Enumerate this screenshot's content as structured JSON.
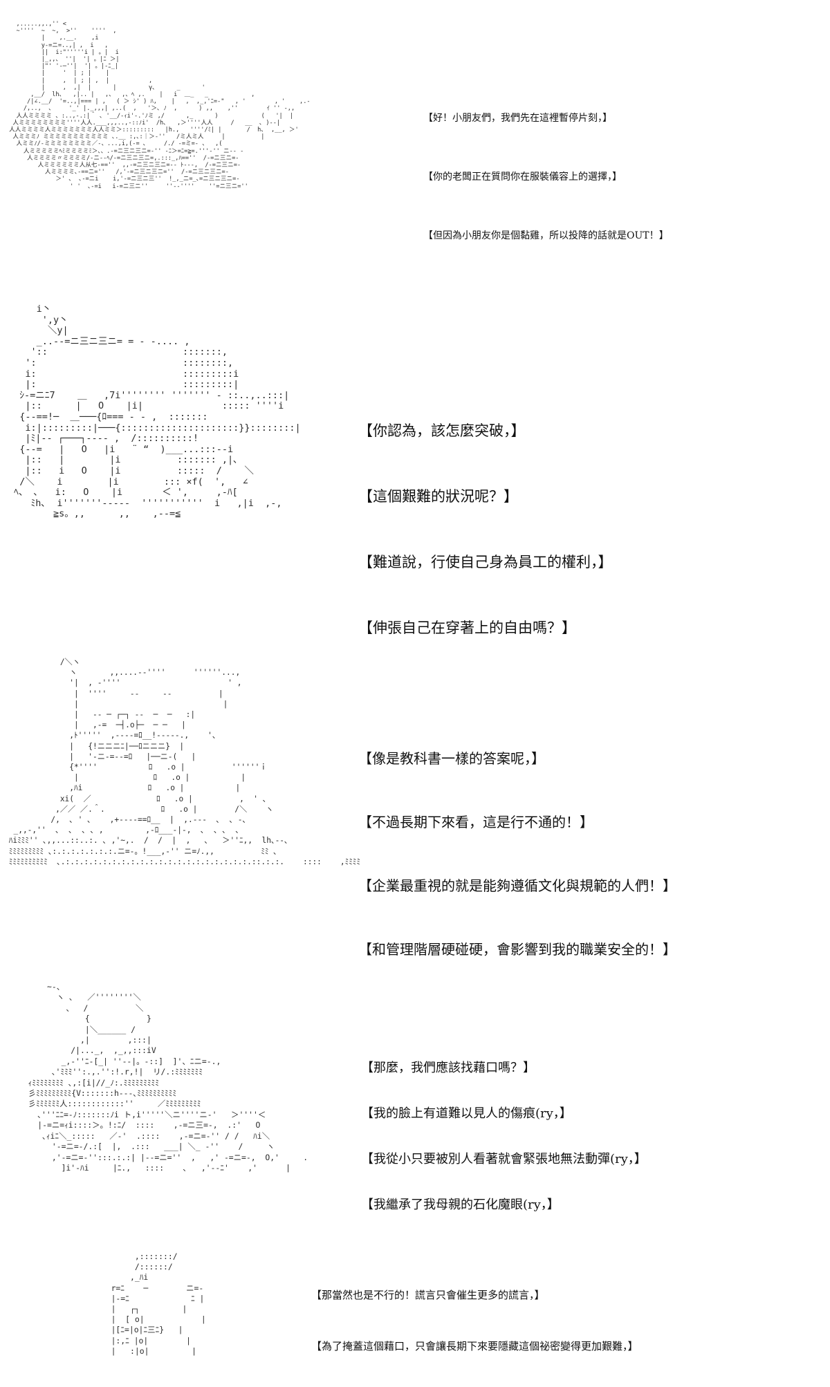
{
  "panels": [
    {
      "art_name": "castle-ship-ascii-art",
      "lines": [
        "【好！小朋友們，我們先在這裡暫停片刻，】",
        "【你的老闆正在質問你在服裝儀容上的選擇，】",
        "【但因為小朋友你是個黏雞，所以投降的話就是OUT！】"
      ]
    },
    {
      "art_name": "bucket-helmet-knight-ascii-art",
      "lines": [
        "【你認為，該怎麼突破，】",
        "【這個艱難的狀況呢？】",
        "【難道說，行使自己身為員工的權利，】",
        "【伸張自己在穿著上的自由嗎？】"
      ]
    },
    {
      "art_name": "sword-knight-ascii-art",
      "lines": [
        "【像是教科書一樣的答案呢，】",
        "【不過長期下來看，這是行不通的！】",
        "【企業最重視的就是能夠遵循文化與規範的人們！】",
        "【和管理階層硬碰硬，會影響到我的職業安全的！】"
      ]
    },
    {
      "art_name": "round-helmet-knight-ascii-art",
      "lines": [
        "【那麼，我們應該找藉口嗎？】",
        "【我的臉上有道難以見人的傷痕(ry，】",
        "【我從小只要被別人看著就會緊張地無法動彈(ry，】",
        "【我繼承了我母親的石化魔眼(ry，】"
      ]
    },
    {
      "art_name": "partial-knight-ascii-art",
      "lines": [
        "【那當然也是不行的！謊言只會催生更多的謊言，】",
        "【為了掩蓋這個藉口，只會讓長期下來要隱藏這個祕密變得更加艱難，】"
      ]
    }
  ]
}
